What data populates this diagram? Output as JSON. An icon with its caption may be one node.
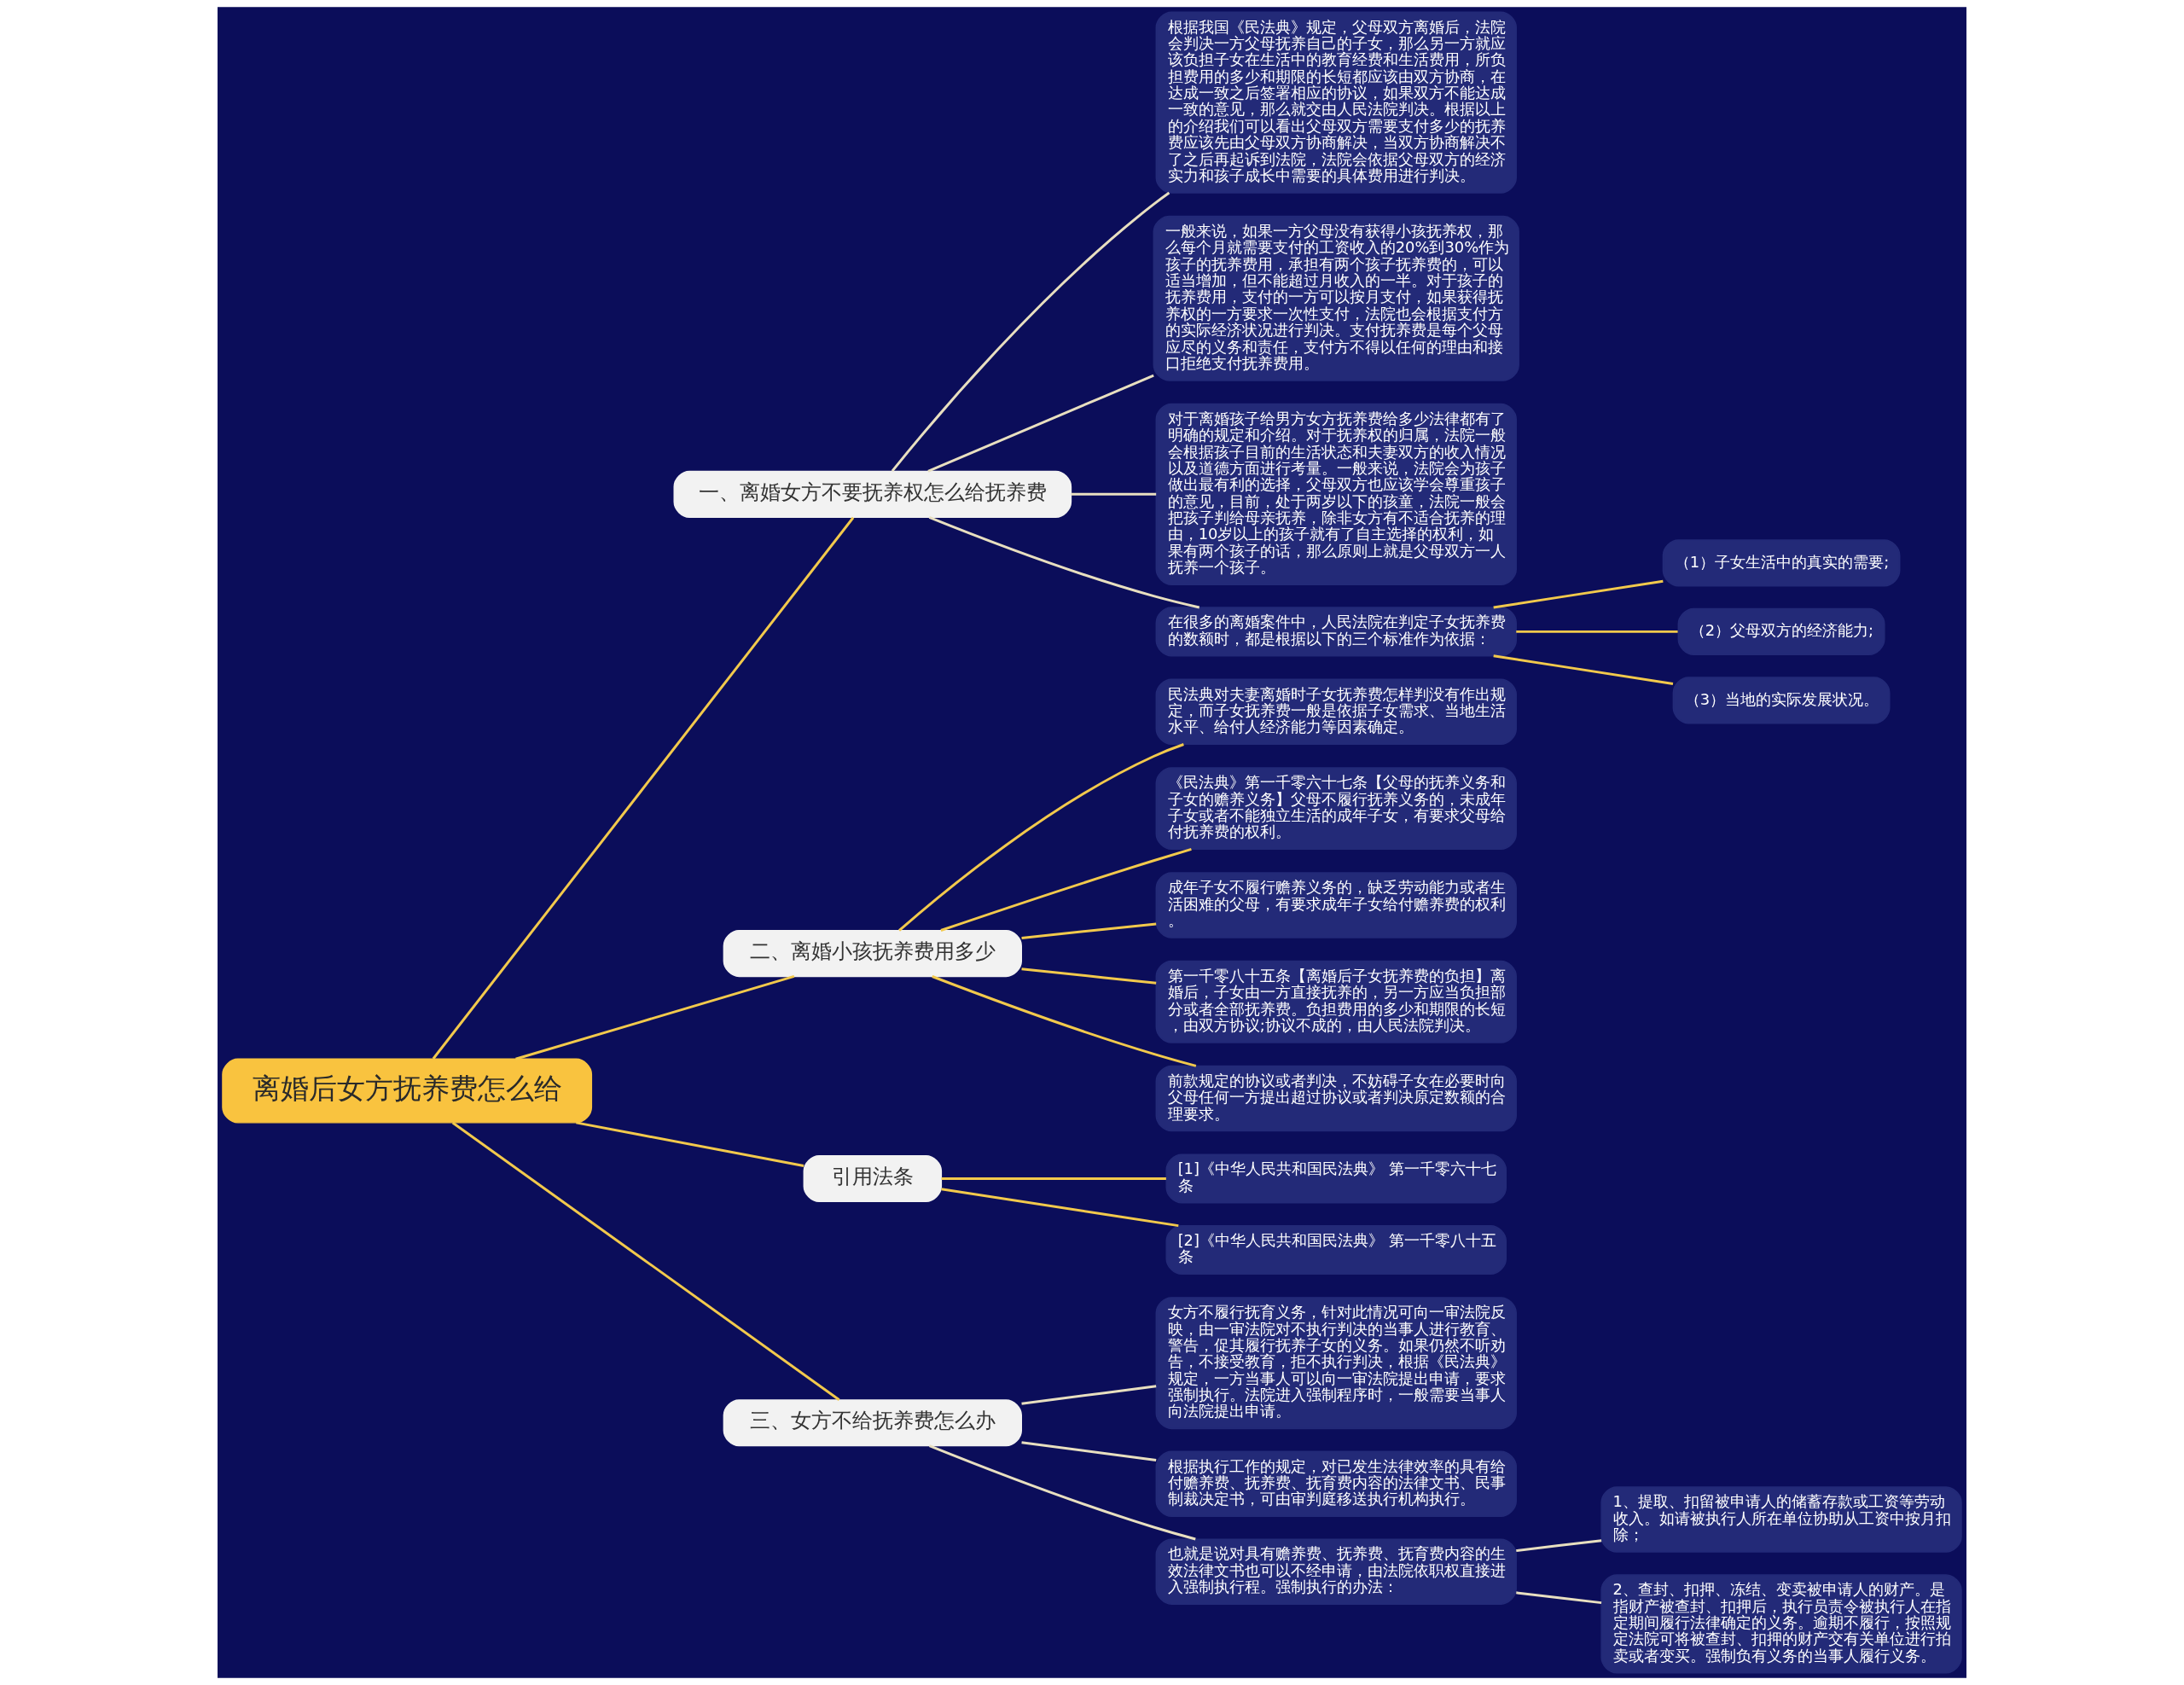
{
  "diagram": {
    "nodes": [
      {
        "text": [
          "离婚后女方抚养费怎么给"
        ]
      },
      {
        "text": [
          "一、离婚女方不要抚养权怎么给抚养费"
        ]
      },
      {
        "text": [
          "根据我国《民法典》规定，父母双方离婚后，法院会判决一方父母抚养自己的子女，那么另一方就应该负担子女在生活中的教育经费和生活费用，所负担费用的多少和期限的长短都应该由双方协商，在达成一致之后签署相应的协议，如果双方不能达成一致的意见，那么就交由人民法院判决。根据以上的介绍我们可以看出父母双方需要支付多少的抚养费应该先由父母双方协商解决，当双方协商解决不了之后再起诉到法院，法院会依据父母双方的经济实力和孩子成长中需要的具体费用进行判决。"
        ]
      },
      {
        "text": [
          "一般来说，如果一方父母没有获得小孩抚养权，那么每个月就需要支付的工资收入的20%到30%作为孩子的抚养费用，承担有两个孩子抚养费的，可以适当增加，但不能超过月收入的一半。对于孩子的抚养费用，支付的一方可以按月支付，如果获得抚养权的一方要求一次性支付，法院也会根据支付方的实际经济状况进行判决。支付抚养费是每个父母应尽的义务和责任，支付方不得以任何的理由和接口拒绝支付抚养费用。"
        ]
      },
      {
        "text": [
          "对于离婚孩子给男方女方抚养费给多少法律都有了明确的规定和介绍。对于抚养权的归属，法院一般会根据孩子目前的生活状态和夫妻双方的收入情况以及道德方面进行考量。一般来说，法院会为孩子做出最有利的选择，父母双方也应该学会尊重孩子的意见，目前，处于两岁以下的孩童，法院一般会把孩子判给母亲抚养，除非女方有不适合抚养的理由，10岁以上的孩子就有了自主选择的权利，如果有两个孩子的话，那么原则上就是父母双方一人抚养一个孩子。"
        ]
      },
      {
        "text": [
          "在很多的离婚案件中，人民法院在判定子女抚养费的数额时，都是根据以下的三个标准作为依据："
        ]
      },
      {
        "text": [
          "（1）子女生活中的真实的需要;"
        ]
      },
      {
        "text": [
          "（2）父母双方的经济能力;"
        ]
      },
      {
        "text": [
          "（3）当地的实际发展状况。"
        ]
      },
      {
        "text": [
          "二、离婚小孩抚养费用多少"
        ]
      },
      {
        "text": [
          "民法典对夫妻离婚时子女抚养费怎样判没有作出规定，而子女抚养费一般是依据子女需求、当地生活水平、给付人经济能力等因素确定。"
        ]
      },
      {
        "text": [
          "《民法典》第一千零六十七条【父母的抚养义务和子女的赡养义务】父母不履行抚养义务的，未成年子女或者不能独立生活的成年子女，有要求父母给付抚养费的权利。"
        ]
      },
      {
        "text": [
          "成年子女不履行赡养义务的，缺乏劳动能力或者生活困难的父母，有要求成年子女给付赡养费的权利。"
        ]
      },
      {
        "text": [
          "第一千零八十五条【离婚后子女抚养费的负担】离婚后，子女由一方直接抚养的，另一方应当负担部分或者全部抚养费。负担费用的多少和期限的长短，由双方协议;协议不成的，由人民法院判决。"
        ]
      },
      {
        "text": [
          "前款规定的协议或者判决，不妨碍子女在必要时向父母任何一方提出超过协议或者判决原定数额的合理要求。"
        ]
      },
      {
        "text": [
          "引用法条"
        ]
      },
      {
        "text": [
          "[1]《中华人民共和国民法典》 第一千零六十七条"
        ]
      },
      {
        "text": [
          "[2]《中华人民共和国民法典》 第一千零八十五条"
        ]
      },
      {
        "text": [
          "三、女方不给抚养费怎么办"
        ]
      },
      {
        "text": [
          "女方不履行抚育义务，针对此情况可向一审法院反映，由一审法院对不执行判决的当事人进行教育、警告，促其履行抚养子女的义务。如果仍然不听劝告，不接受教育，拒不执行判决，根据《民法典》规定，一方当事人可以向一审法院提出申请，要求强制执行。法院进入强制程序时，一般需要当事人向法院提出申请。"
        ]
      },
      {
        "text": [
          "根据执行工作的规定，对已发生法律效率的具有给付赡养费、抚养费、抚育费内容的法律文书、民事制裁决定书，可由审判庭移送执行机构执行。"
        ]
      },
      {
        "text": [
          "也就是说对具有赡养费、抚养费、抚育费内容的生效法律文书也可以不经申请，由法院依职权直接进入强制执行程。强制执行的办法："
        ]
      },
      {
        "text": [
          "1、提取、扣留被申请人的储蓄存款或工资等劳动收入。如请被执行人所在单位协助从工资中按月扣除；"
        ]
      },
      {
        "text": [
          "2、查封、扣押、冻结、变卖被申请人的财产。是指财产被查封、扣押后，执行员责令被执行人在指定期间履行法律确定的义务。逾期不履行，按照规定法院可将被查封、扣押的财产交有关单位进行拍卖或者变买。强制负有义务的当事人履行义务。"
        ]
      }
    ],
    "edges": [
      {
        "from": 0,
        "to": 1,
        "arrow": "none"
      },
      {
        "from": 1,
        "to": 2,
        "arrow": "none",
        "color": "#e8dfc0"
      },
      {
        "from": 1,
        "to": 3,
        "arrow": "none",
        "color": "#e8dfc0"
      },
      {
        "from": 1,
        "to": 4,
        "arrow": "none",
        "color": "#e8dfc0"
      },
      {
        "from": 1,
        "to": 5,
        "arrow": "none",
        "color": "#e8dfc0"
      },
      {
        "from": 5,
        "to": 6,
        "arrow": "none"
      },
      {
        "from": 5,
        "to": 7,
        "arrow": "none"
      },
      {
        "from": 5,
        "to": 8,
        "arrow": "none"
      },
      {
        "from": 0,
        "to": 9,
        "arrow": "none"
      },
      {
        "from": 9,
        "to": 10,
        "arrow": "none"
      },
      {
        "from": 9,
        "to": 11,
        "arrow": "none"
      },
      {
        "from": 9,
        "to": 12,
        "arrow": "none"
      },
      {
        "from": 9,
        "to": 13,
        "arrow": "none"
      },
      {
        "from": 9,
        "to": 14,
        "arrow": "none"
      },
      {
        "from": 0,
        "to": 15,
        "arrow": "none"
      },
      {
        "from": 15,
        "to": 16,
        "arrow": "none"
      },
      {
        "from": 15,
        "to": 17,
        "arrow": "none"
      },
      {
        "from": 0,
        "to": 18,
        "arrow": "none"
      },
      {
        "from": 18,
        "to": 19,
        "arrow": "none",
        "color": "#e8dfc0"
      },
      {
        "from": 18,
        "to": 20,
        "arrow": "none",
        "color": "#e8dfc0"
      },
      {
        "from": 18,
        "to": 21,
        "arrow": "none",
        "color": "#e8dfc0"
      },
      {
        "from": 21,
        "to": 22,
        "arrow": "none",
        "color": "#e8dfc0"
      },
      {
        "from": 21,
        "to": 23,
        "arrow": "none",
        "color": "#e8dfc0"
      }
    ]
  }
}
